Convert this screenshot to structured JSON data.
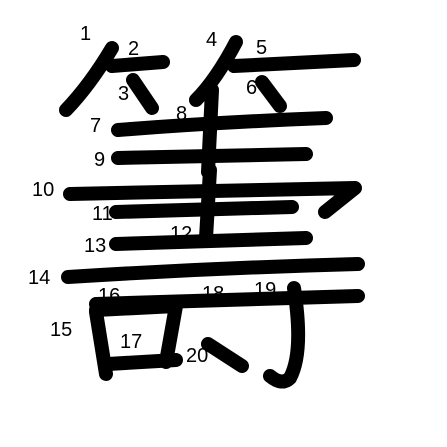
{
  "strokes": [
    {
      "order": "1"
    },
    {
      "order": "2"
    },
    {
      "order": "3"
    },
    {
      "order": "4"
    },
    {
      "order": "5"
    },
    {
      "order": "6"
    },
    {
      "order": "7"
    },
    {
      "order": "8"
    },
    {
      "order": "9"
    },
    {
      "order": "10"
    },
    {
      "order": "11"
    },
    {
      "order": "12"
    },
    {
      "order": "13"
    },
    {
      "order": "14"
    },
    {
      "order": "15"
    },
    {
      "order": "16"
    },
    {
      "order": "17"
    },
    {
      "order": "18"
    },
    {
      "order": "19"
    },
    {
      "order": "20"
    }
  ],
  "colors": {
    "ink": "#000000",
    "background": "#ffffff"
  }
}
